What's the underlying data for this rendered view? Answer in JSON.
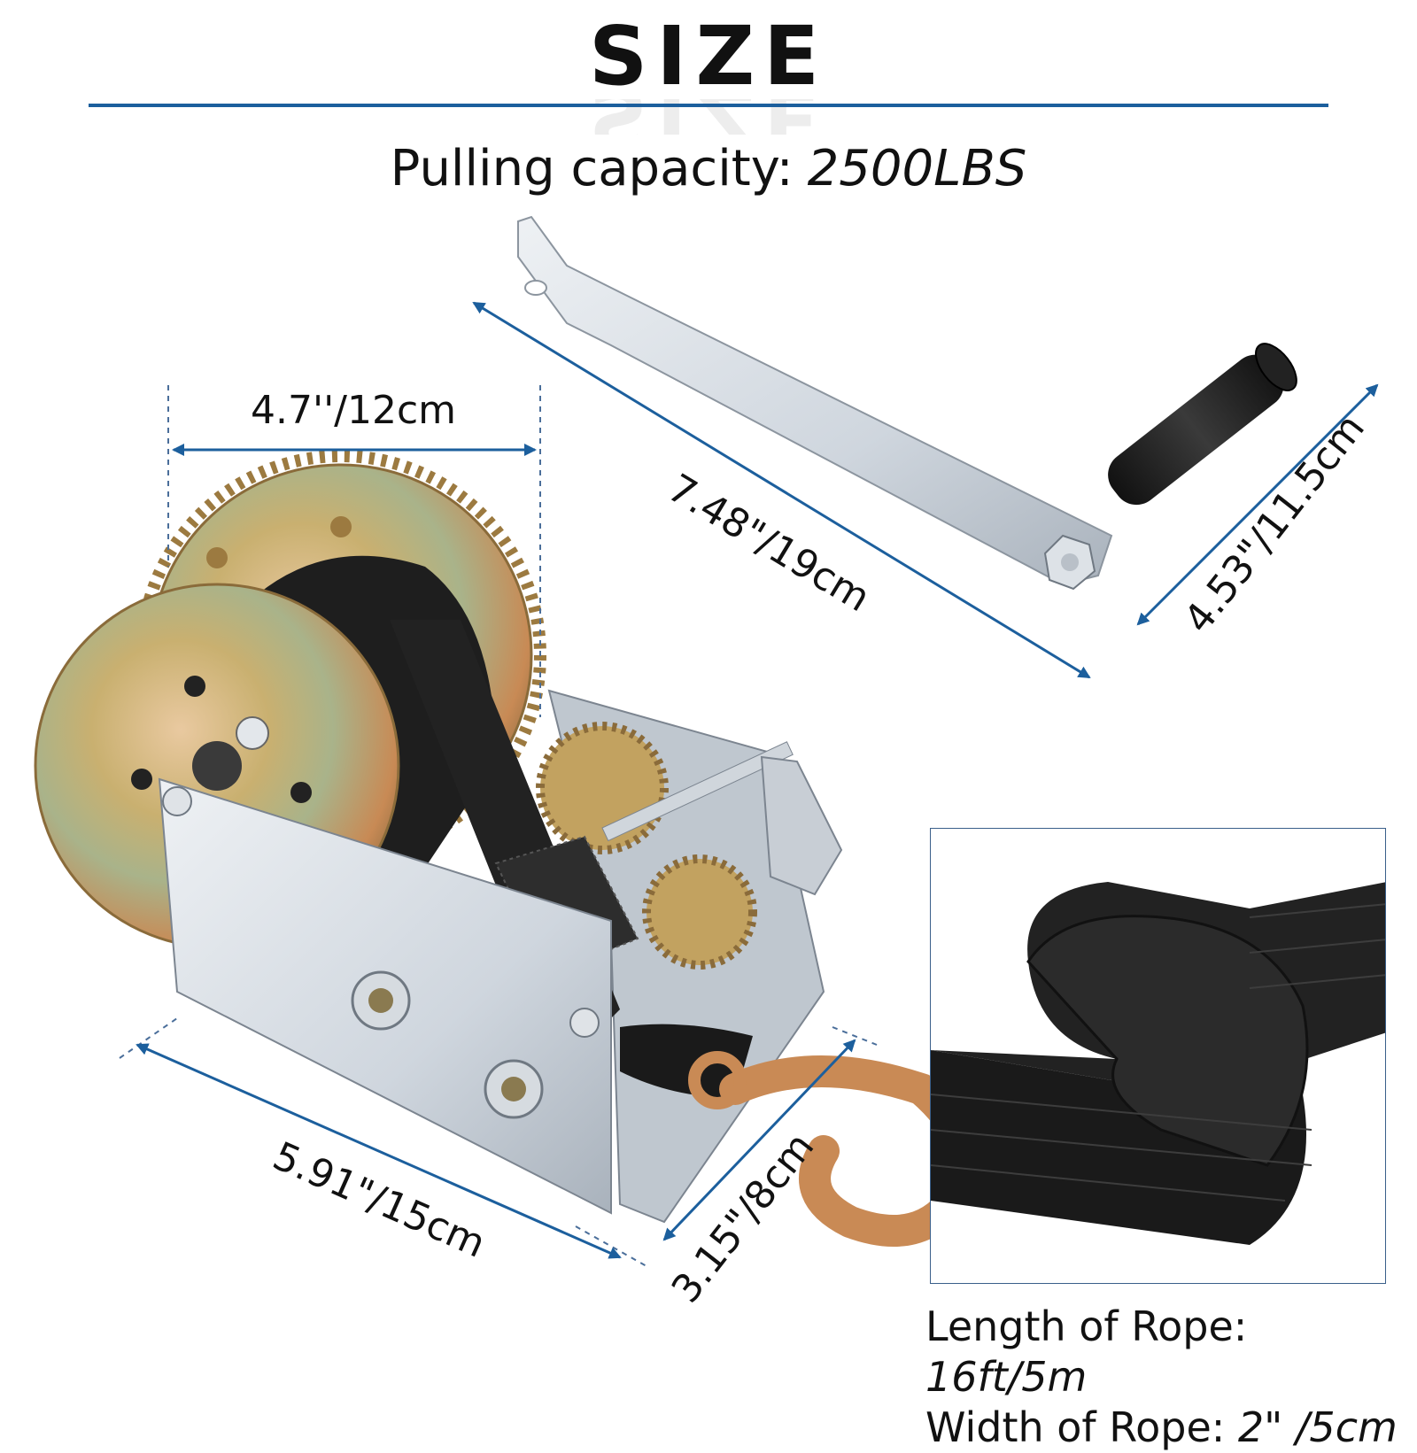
{
  "title": "SIZE",
  "pulling_capacity": {
    "label": "Pulling capacity:",
    "value": "2500LBS"
  },
  "dimensions": {
    "drum_width": "4.7''/12cm",
    "handle_length": "7.48\"/19cm",
    "handle_grip": "4.53\"/11.5cm",
    "base_length": "5.91\"/15cm",
    "base_width": "3.15\"/8cm"
  },
  "rope": {
    "length_label": "Length of Rope:",
    "length_value": "16ft/5m",
    "width_label": "Width of Rope:",
    "width_value": "2\" /5cm"
  },
  "colors": {
    "accent": "#1c5f9d",
    "strap": "#1a1a1a",
    "steel": "#d8dde3"
  }
}
